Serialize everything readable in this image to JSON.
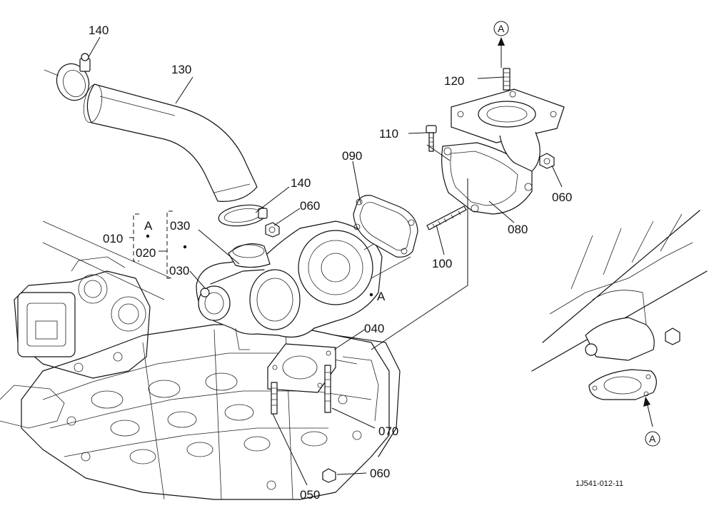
{
  "labels": {
    "p140_top": "140",
    "p130": "130",
    "p140_mid": "140",
    "p060_mid": "060",
    "p010": "010",
    "p020": "020",
    "p030_top": "030",
    "p030_bot": "030",
    "p090": "090",
    "p110": "110",
    "p120": "120",
    "p060_right": "060",
    "p080": "080",
    "p100": "100",
    "p040": "040",
    "p070": "070",
    "p060_bottom": "060",
    "p050": "050"
  },
  "refs": {
    "group_a": "A",
    "turbo_a": "A",
    "arrow_top": "A",
    "arrow_bottom": "A"
  },
  "drawing_code": "1J541-012-11"
}
